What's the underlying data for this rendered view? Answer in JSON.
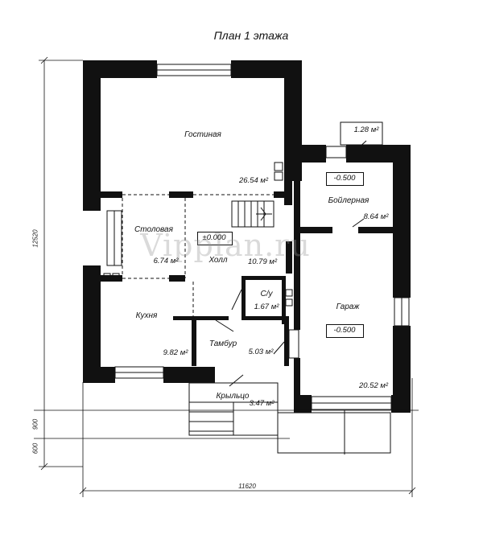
{
  "plan": {
    "title": "План 1 этажа",
    "watermark": "Vipplan.ru",
    "rooms": {
      "living": {
        "name": "Гостиная",
        "area": "26.54 м²"
      },
      "dining": {
        "name": "Столовая",
        "area": "6.74 м²"
      },
      "hall": {
        "name": "Холл",
        "area": "10.79 м²"
      },
      "kitchen": {
        "name": "Кухня",
        "area": "9.82 м²"
      },
      "toilet": {
        "name": "С/у",
        "area": "1.67 м²"
      },
      "vestibule": {
        "name": "Тамбур",
        "area": "5.03 м²"
      },
      "porch": {
        "name": "Крыльцо",
        "area": "3.47 м²"
      },
      "boiler": {
        "name": "Бойлерная",
        "area": "8.64 м²"
      },
      "garage": {
        "name": "Гараж",
        "area": "20.52 м²"
      },
      "annex": {
        "area": "1.28 м²"
      }
    },
    "levels": {
      "main": "±0.000",
      "boiler": "-0.500",
      "garage": "-0.500"
    },
    "dimensions": {
      "total_width": "11620",
      "total_height": "12520",
      "step_1": "900",
      "step_2": "600"
    },
    "colors": {
      "wall": "#111111",
      "line": "#111111",
      "background": "#ffffff"
    }
  }
}
